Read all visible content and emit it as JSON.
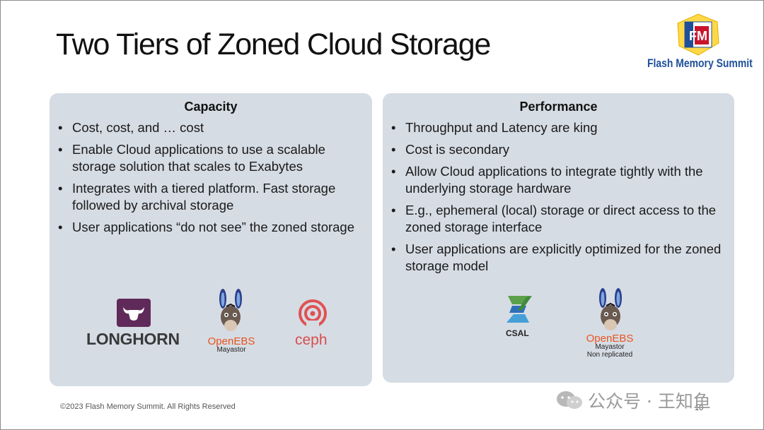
{
  "title": "Two Tiers of Zoned Cloud Storage",
  "brand": {
    "logo_text": "Flash Memory Summit",
    "logo_letters": "FM"
  },
  "capacity": {
    "heading": "Capacity",
    "bullets": [
      "Cost, cost, and … cost",
      "Enable Cloud applications to use a scalable storage solution that scales to Exabytes",
      "Integrates with a tiered platform. Fast storage followed by archival storage",
      "User applications “do not see” the zoned storage"
    ],
    "logos": {
      "longhorn": "LONGHORN",
      "openebs": "OpenEBS",
      "openebs_sub": "Mayastor",
      "ceph": "ceph"
    }
  },
  "performance": {
    "heading": "Performance",
    "bullets": [
      "Throughput and Latency are king",
      "Cost is secondary",
      "Allow Cloud applications to integrate tightly with the underlying storage hardware",
      "E.g., ephemeral (local) storage or direct access to the zoned storage interface",
      "User applications are explicitly optimized for the zoned storage model"
    ],
    "logos": {
      "csal": "CSAL",
      "openebs": "OpenEBS",
      "openebs_sub1": "Mayastor",
      "openebs_sub2": "Non replicated"
    }
  },
  "footer": "©2023 Flash Memory Summit. All Rights Reserved",
  "page_number": "10",
  "watermark": "公众号 · 王知鱼"
}
